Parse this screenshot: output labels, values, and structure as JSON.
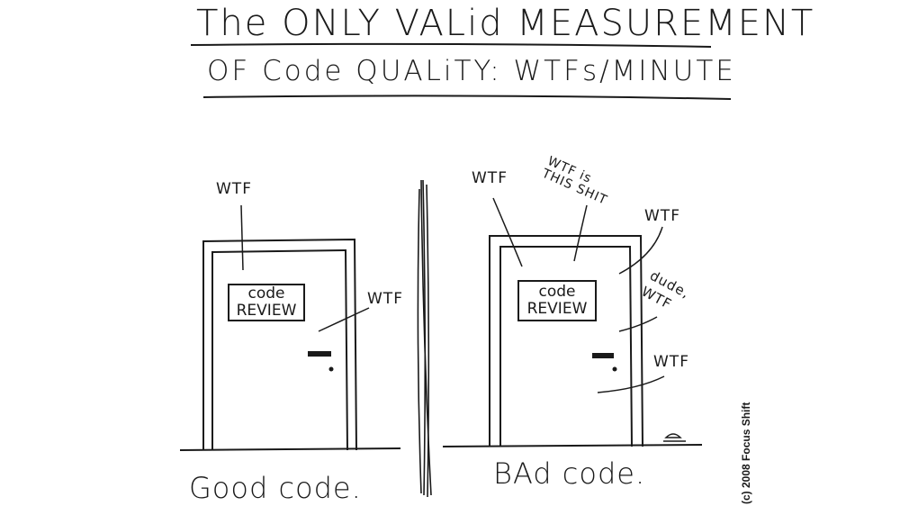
{
  "title": {
    "line1": "The ONLY VALid MEASUREMENT",
    "line2": "OF Code QUALiTY: WTFs/MINUTE"
  },
  "good_panel": {
    "sign": "code REVIEW",
    "wtf_labels": [
      "WTF",
      "WTF"
    ],
    "caption": "Good code."
  },
  "bad_panel": {
    "sign": "code REVIEW",
    "wtf_labels": [
      "WTF",
      "WTF is THIS SHIT",
      "WTF",
      "dude, WTF",
      "WTF"
    ],
    "caption": "BAd code."
  },
  "copyright": "(c) 2008 Focus Shift",
  "colors": {
    "ink": "#1a1a1a",
    "paper": "#ffffff"
  }
}
